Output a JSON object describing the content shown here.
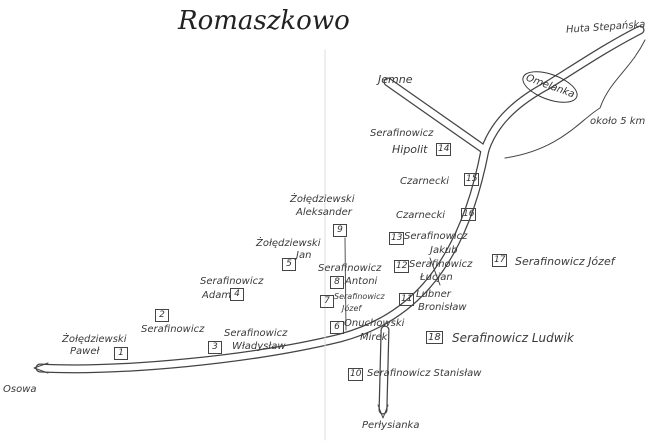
{
  "title": "Romaszkowo",
  "places": {
    "huta": "Huta Stepańska",
    "omelanka": "Omelanka",
    "jemne": "Jemne",
    "distance": "około 5 km",
    "osowa": "Osowa",
    "perlysianka": "Perłysianka"
  },
  "houses": [
    {
      "num": "1",
      "line1": "Żołędziewski",
      "line2": "Paweł"
    },
    {
      "num": "2",
      "line1": "Serafinowicz",
      "line2": ""
    },
    {
      "num": "3",
      "line1": "Serafinowicz",
      "line2": "Władysław"
    },
    {
      "num": "4",
      "line1": "Serafinowicz",
      "line2": "Adam"
    },
    {
      "num": "5",
      "line1": "Żołędziewski",
      "line2": "Jan"
    },
    {
      "num": "6",
      "line1": "Onuchowski",
      "line2": "Mirek"
    },
    {
      "num": "7",
      "line1": "Serafinowicz",
      "line2": "Józef"
    },
    {
      "num": "8",
      "line1": "Serafinowicz",
      "line2": "Antoni"
    },
    {
      "num": "9",
      "line1": "Żołędziewski",
      "line2": "Aleksander"
    },
    {
      "num": "10",
      "line1": "Serafinowicz Stanisław",
      "line2": ""
    },
    {
      "num": "11",
      "line1": "Lubner",
      "line2": "Bronisław"
    },
    {
      "num": "12",
      "line1": "Serafinowicz",
      "line2": "Łucjan"
    },
    {
      "num": "13",
      "line1": "Serafinowicz",
      "line2": "Jakub"
    },
    {
      "num": "14",
      "line1": "Serafinowicz",
      "line2": "Hipolit"
    },
    {
      "num": "15",
      "line1": "Czarnecki",
      "line2": ""
    },
    {
      "num": "16",
      "line1": "Czarnecki",
      "line2": ""
    },
    {
      "num": "17",
      "line1": "Serafinowicz Józef",
      "line2": ""
    },
    {
      "num": "18",
      "line1": "Serafinowicz Ludwik",
      "line2": ""
    }
  ]
}
